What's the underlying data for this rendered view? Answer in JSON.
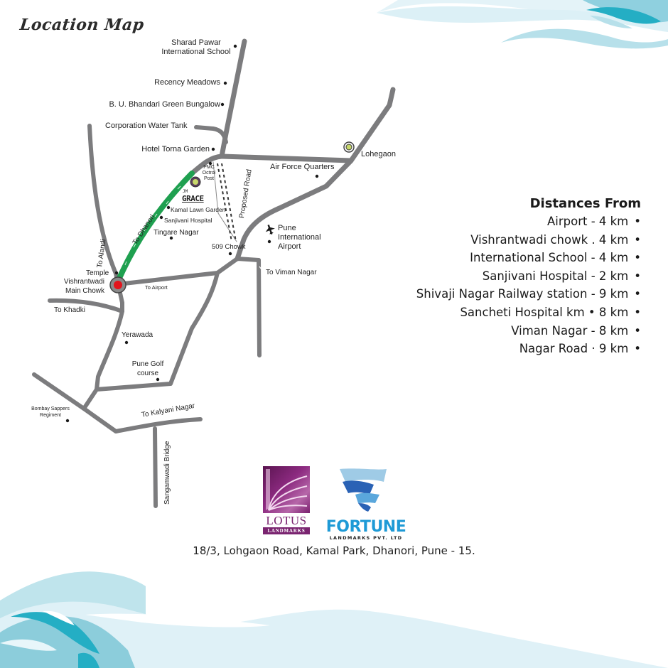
{
  "title": "Location Map",
  "colors": {
    "road": "#7c7c7e",
    "highlight_road": "#1fa050",
    "marker_red": "#e2141c",
    "marker_ring": "#5a5a5a",
    "project_marker": "#c8d86a",
    "wave_light": "#d8eff5",
    "wave_mid": "#b7e0ea",
    "wave_dark": "#24aec4",
    "lotus_purple": "#7a2470",
    "fortune_blue": "#1e9ad6"
  },
  "map": {
    "places": {
      "sharad_pawar": "Sharad Pawar\nInternational School",
      "sharad_pawar_l1": "Sharad Pawar",
      "sharad_pawar_l2": "International School",
      "recency": "Recency Meadows",
      "bhandari": "B. U. Bhandari Green Bungalow",
      "water_tank": "Corporation Water Tank",
      "torna": "Hotel Torna Garden",
      "lohegaon": "Lohegaon",
      "air_force": "Air Force Quarters",
      "pmc_l1": "PMC",
      "pmc_l2": "Octroi",
      "pmc_l3": "Post",
      "project": "GRACE",
      "project_tag": "JM",
      "kamal_lawn": "Kamal Lawn Garden",
      "sanjivani": "Sanjivani Hospital",
      "tingare": "Tingare Nagar",
      "chowk509": "509 Chowk",
      "airport_l1": "Pune",
      "airport_l2": "International",
      "airport_l3": "Airport",
      "temple": "Temple",
      "vishrantwadi_l1": "Vishrantwadi",
      "vishrantwadi_l2": "Main Chowk",
      "yerawada": "Yerawada",
      "golf_l1": "Pune Golf",
      "golf_l2": "course",
      "sappers_l1": "Bombay Sappers",
      "sappers_l2": "Regiment"
    },
    "roads": {
      "to_dhanori": "To Dhanori",
      "to_alandi": "To Alandi",
      "to_airport": "To Airport",
      "to_khadki": "To Khadki",
      "to_viman_nagar": "To Viman Nagar",
      "to_kalyani_nagar": "To Kalyani Nagar",
      "sangamwadi": "Sangamwadi Bridge",
      "proposed": "Proposed Road"
    }
  },
  "distances": {
    "heading": "Distances From",
    "bullet": "•",
    "items": [
      {
        "label": "Airport - 4 km"
      },
      {
        "label": "Vishrantwadi chowk . 4 km"
      },
      {
        "label": "International School - 4 km"
      },
      {
        "label": "Sanjivani Hospital - 2 km"
      },
      {
        "label": "Shivaji Nagar Railway station - 9 km"
      },
      {
        "label": "Sancheti Hospital km • 8 km"
      },
      {
        "label": "Viman Nagar - 8 km"
      },
      {
        "label": "Nagar Road · 9 km"
      }
    ]
  },
  "logos": {
    "lotus": {
      "name": "LOTUS",
      "sub": "LANDMARKS"
    },
    "fortune": {
      "name": "FORTUNE",
      "sub": "LANDMARKS PVT. LTD"
    }
  },
  "address": "18/3, Lohgaon Road, Kamal Park, Dhanori, Pune - 15."
}
